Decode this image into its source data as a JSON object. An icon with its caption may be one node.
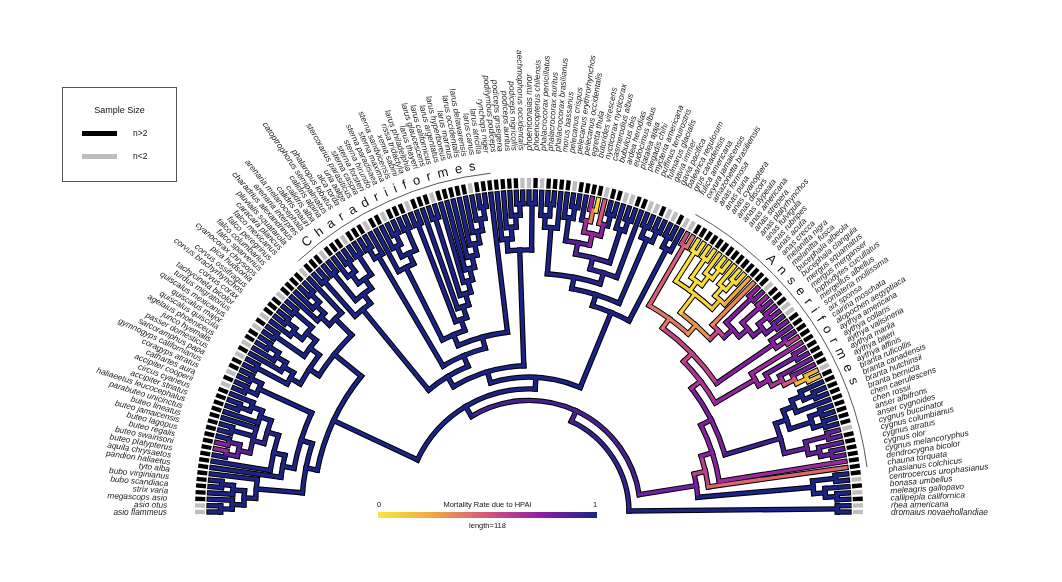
{
  "diagram": {
    "labels": [
      "Sample Size",
      "asio flammeus",
      "asio otus",
      "megascops asio",
      "strix varia",
      "bubo scandiaca",
      "bubo virginianus",
      "tyto alba",
      "pandion haliaetus",
      "aquila chrysaetos",
      "buteo platypterus",
      "buteo swainsoni",
      "buteo regalis",
      "buteo lagopus",
      "buteo jamaicensis",
      "buteo lineatus",
      "parabuteo unicinctus",
      "haliaeetus leucocephalus",
      "accipiter striatus",
      "circus cyaneus",
      "accipiter cooperii",
      "cathartes aura",
      "coragyps atratus",
      "gymnogyps californianus",
      "sarcoramphus papa",
      "passer domesticus",
      "junco hyemalis",
      "agelaius phoeniceus",
      "quiscalus quiscula",
      "quiscalus major",
      "quiscalus mexicanus",
      "turdus migratorius",
      "tachycineta bicolor",
      "corvus corax",
      "corvus brachyrhynchos",
      "corvus ossifragus",
      "pica hudsonia",
      "cyanocorax chrysops",
      "falco sparverius",
      "falco columbarius",
      "falco peregrinus",
      "falco mexicanus",
      "caracara plancus",
      "pluvialis squatarola",
      "charadrius alexandrinus",
      "arenaria interpres",
      "arenaria melanocephala",
      "calidris mauri",
      "calidris alba",
      "calidris alpina",
      "catoptrophorus semipalmatus",
      "phalaropus lobatus",
      "alca torda",
      "uria aalge",
      "stercorarius parasiticus",
      "sterna caspia",
      "sterna forsteri",
      "sterna hirundo",
      "sterna paradisaea",
      "sterna maxima",
      "sterna sandvicensis",
      "xema sabini",
      "rissa tridactyla",
      "larus philadelphia",
      "larus thayeri",
      "larus glaucescens",
      "larus californicus",
      "larus argentatus",
      "larus hyperboreus",
      "larus marinus",
      "larus occidentalis",
      "larus delawarensis",
      "larus canus",
      "larus atricilla",
      "rynchops niger",
      "podilymbus podiceps",
      "podiceps grisegena",
      "podiceps auritus",
      "podiceps nigricollis",
      "aechmophorus occidentalis",
      "phoeniconaias minor",
      "phoenicopterus chilensis",
      "phalacrocorax penicillatus",
      "phalacrocorax auritus",
      "phalacrocorax brasilianus",
      "morus bassanus",
      "pelecanus crispus",
      "pelecanus erythrorhynchos",
      "pelecanus occidentalis",
      "egretta thula",
      "butorides virescens",
      "nycticorax nycticorax",
      "casmerodius albus",
      "bubulcus ibis",
      "ardea herodias",
      "eudocimus albus",
      "platalea ajaja",
      "plegadis chihi",
      "mycteria americana",
      "puffinus tenuirostris",
      "fulmarus glacialis",
      "gavia immer",
      "gavia pacifica",
      "balearica regulorum",
      "grus canadensis",
      "fulica americana",
      "oxyura jamaicensis",
      "amazonetta brasiliensis",
      "anas formosa",
      "anas puna",
      "anas cyanoptera",
      "anas discors",
      "anas clypeata",
      "anas americana",
      "anas strepera",
      "anas platyrhynchos",
      "anas fulvigula",
      "anas rubripes",
      "anas acuta",
      "anas crecca",
      "melanitta nigra",
      "melanitta fusca",
      "bucephala albeola",
      "bucephala clangula",
      "mergus squamatus",
      "mergus merganser",
      "lophodytes cucullatus",
      "mergellus albellus",
      "somateria mollissima",
      "aix sponsa",
      "cairina moschata",
      "alopochen aegyptiaca",
      "aythya americana",
      "aythya collaris",
      "aythya valisineria",
      "aythya marila",
      "aythya baeri",
      "aythya affinis",
      "branta ruficollis",
      "branta canadensis",
      "branta hutchinsii",
      "branta bernicla",
      "chen caerulescens",
      "chen rossii",
      "anser albifrons",
      "anser cygnoides",
      "cygnus buccinator",
      "cygnus columbianus",
      "cygnus atratus",
      "cygnus olor",
      "cygnus melancoryphus",
      "dendrocygna bicolor",
      "chauna torquata",
      "phasianus colchicus",
      "centrocercus urophasianus",
      "bonasa umbellus",
      "meleagris gallopavo",
      "callipepla californica",
      "rhea americana",
      "dromaius novaehollandiae",
      "Charadriiformes",
      "Anseriformes",
      "0",
      "Mortality Rate due to HPAI",
      "1",
      "length=118"
    ],
    "legend": [
      {
        "text": "n>2",
        "color": "#000000"
      },
      {
        "text": "n<2",
        "color": "#bebebe"
      }
    ]
  }
}
